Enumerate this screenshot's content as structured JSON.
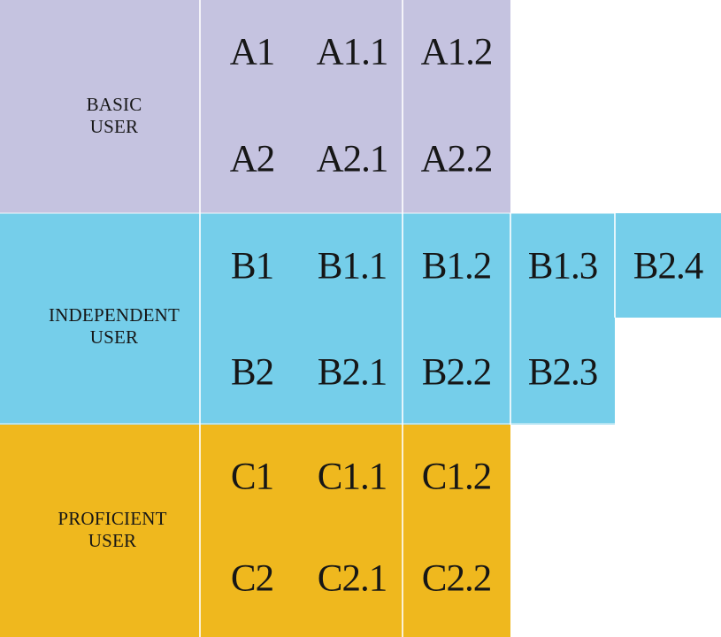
{
  "colors": {
    "basic_band": "#c5c3e0",
    "independent_band": "#75ceea",
    "proficient_band": "#efb81e",
    "divider": "#ffffff",
    "text": "#161616",
    "background": "#ffffff"
  },
  "sections": [
    {
      "label_line1": "BASIC",
      "label_line2": "USER",
      "rows": [
        [
          "A1",
          "A1.1",
          "A1.2"
        ],
        [
          "A2",
          "A2.1",
          "A2.2"
        ]
      ]
    },
    {
      "label_line1": "INDEPENDENT",
      "label_line2": "USER",
      "rows": [
        [
          "B1",
          "B1.1",
          "B1.2",
          "B1.3",
          "B2.4"
        ],
        [
          "B2",
          "B2.1",
          "B2.2",
          "B2.3"
        ]
      ]
    },
    {
      "label_line1": "PROFICIENT",
      "label_line2": "USER",
      "rows": [
        [
          "C1",
          "C1.1",
          "C1.2"
        ],
        [
          "C2",
          "C2.1",
          "C2.2"
        ]
      ]
    }
  ]
}
